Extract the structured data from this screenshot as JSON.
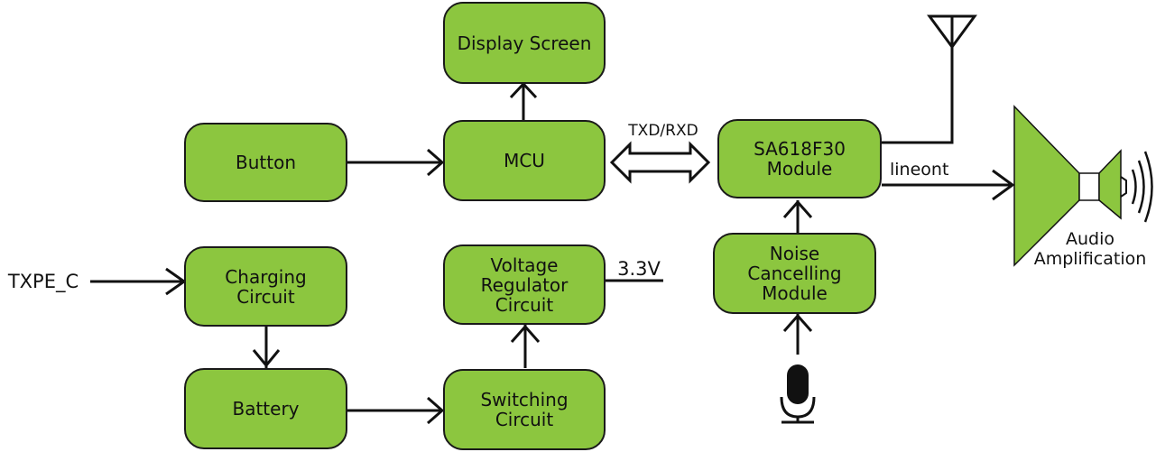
{
  "diagram": {
    "blocks": {
      "display_screen": "Display Screen",
      "mcu": "MCU",
      "button": "Button",
      "charging_circuit": "Charging\nCircuit",
      "battery": "Battery",
      "voltage_regulator": "Voltage\nRegulator\nCircuit",
      "switching_circuit": "Switching\nCircuit",
      "sa618f30_module": "SA618F30\nModule",
      "noise_cancelling_module": "Noise\nCancelling\nModule"
    },
    "labels": {
      "txd_rxd": "TXD/RXD",
      "usb_input": "TXPE_C",
      "voltage_out": "3.3V",
      "line_out": "lineont",
      "audio_amplification": "Audio\nAmplification"
    },
    "icons": [
      "antenna-icon",
      "speaker-icon",
      "microphone-icon"
    ],
    "colors": {
      "block_fill": "#8cc63f",
      "stroke": "#1a1a1a"
    }
  }
}
